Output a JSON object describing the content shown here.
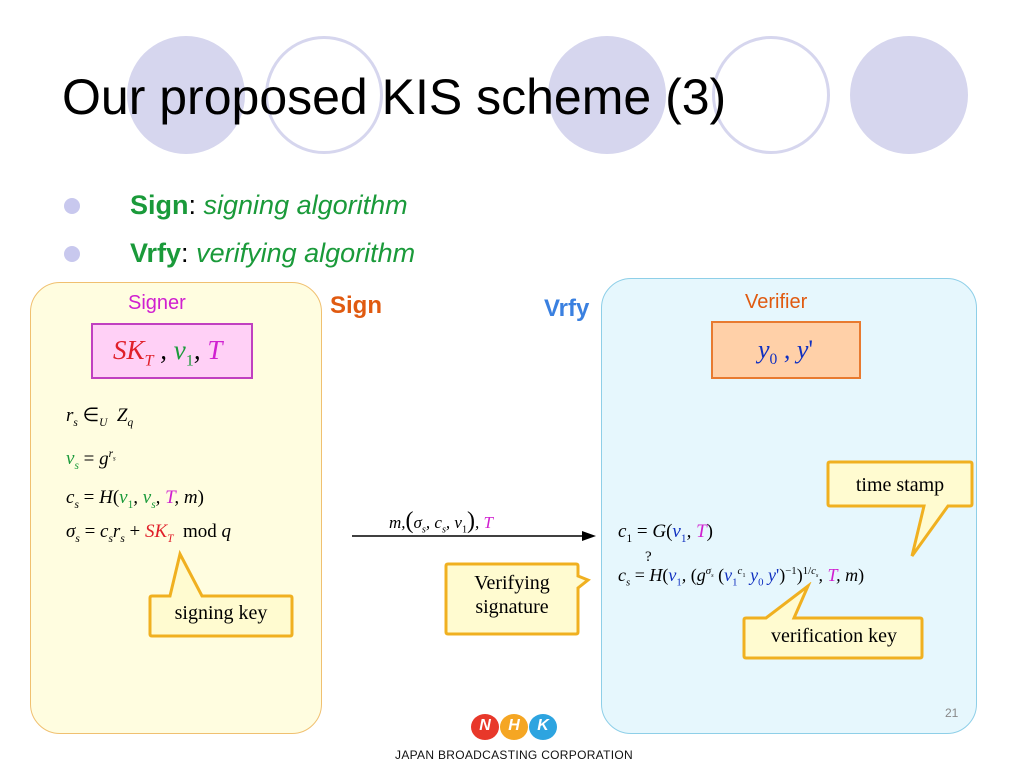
{
  "slide": {
    "title": "Our proposed KIS scheme (3)",
    "page_number": "21"
  },
  "bullets": [
    {
      "term": "Sign",
      "sep": ":",
      "desc": "signing algorithm"
    },
    {
      "term": "Vrfy",
      "sep": ":",
      "desc": "verifying algorithm"
    }
  ],
  "signer": {
    "heading": "Signer",
    "equations": [
      "r_s ∈_U Z_q",
      "v_s = g^{r_s}",
      "c_s = H(v_1, v_s, T, m)",
      "σ_s = c_s r_s + SK_T mod q"
    ],
    "callout": "signing key"
  },
  "arrow": {
    "sign_label": "Sign",
    "vrfy_label": "Vrfy",
    "message": "m,(σ_s, c_s, v_1), T"
  },
  "verifier": {
    "heading": "Verifier",
    "equations": [
      "c_1 = G(v_1, T)",
      "c_s ≟ H(v_1, (g^{σ_s} (v_1^{c_1} y_0 y')^{-1})^{1/c_s}, T, m)"
    ],
    "callouts": {
      "time_stamp": "time stamp",
      "verifying": "Verifying signature",
      "verifying_line1": "Verifying",
      "verifying_line2": "signature",
      "verification_key": "verification key"
    }
  },
  "logo": {
    "letters": [
      "N",
      "H",
      "K"
    ],
    "caption": "JAPAN BROADCASTING CORPORATION"
  },
  "colors": {
    "bullet_green": "#1a9a3a",
    "signer_magenta": "#d020d0",
    "sign_orange": "#e05a10",
    "vrfy_blue": "#3a80e0",
    "verifier_orange": "#e05a10",
    "circle_lavender": "#d6d6ee",
    "callout_border": "#f0b020",
    "callout_fill": "#fffbd0"
  }
}
